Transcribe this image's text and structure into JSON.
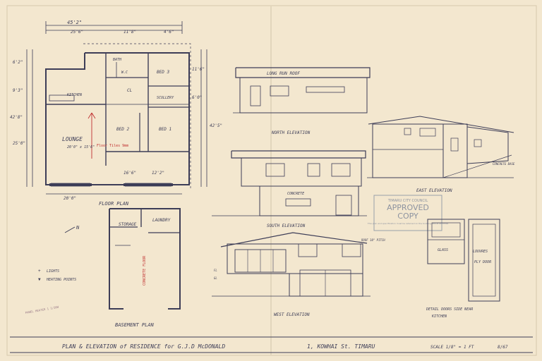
{
  "floor_plan": {
    "title": "FLOOR PLAN",
    "dims_top": [
      "45'2\"",
      "25'6\"",
      "11'8\"",
      "4'6\""
    ],
    "dims_bottom": [
      "20'0\"",
      "16'6\"",
      "12'2\""
    ],
    "dims_left": [
      "6'2\"",
      "9'3\"",
      "25'0\"",
      "42'8\""
    ],
    "dims_right": [
      "11'6\"",
      "6'0\"",
      "42'5\""
    ],
    "rooms": {
      "bath": "BATH",
      "wc": "W.C",
      "bed3": "BED 3",
      "kitchen": "KITCHEN",
      "cl": "CL",
      "scullery": "SCULLERY",
      "lounge": "LOUNGE",
      "lounge_note": "20'0\" x 15'6\"",
      "bed2": "BED 2",
      "bed1": "BED 1",
      "red_note": "Floor Tiles 9mm"
    }
  },
  "north_elevation": {
    "title": "NORTH ELEVATION",
    "roof_label": "LONG RUN ROOF"
  },
  "east_elevation": {
    "title": "EAST ELEVATION",
    "note": "CONCRETE BASE"
  },
  "south_elevation": {
    "title": "SOUTH ELEVATION",
    "label": "CONCRETE"
  },
  "west_elevation": {
    "title": "WEST ELEVATION",
    "roof_pitch": "ROOF 10° PITCH",
    "fl": "FL",
    "gl": "GL"
  },
  "basement_plan": {
    "title": "BASEMENT PLAN",
    "storage": "STORAGE",
    "laundry": "LAUNDRY",
    "note": "CONCRETE FLOOR"
  },
  "legend": {
    "north": "N",
    "lights": "LIGHTS",
    "heating": "HEATING POINTS",
    "side_note": "PANEL HEATER 1 1/2KW"
  },
  "stamp": {
    "council": "TIMARU CITY COUNCIL",
    "line1": "APPROVED",
    "line2": "COPY",
    "note": "This plan and specification must be retained on the building site at all times"
  },
  "detail": {
    "glass": "GLASS",
    "louvres": "LOUVRES",
    "ply": "PLY DOOR",
    "caption_1": "DETAIL DOORS SIDE NEAR",
    "caption_2": "KITCHEN"
  },
  "title_block": {
    "text": "PLAN & ELEVATION of RESIDENCE for G.J.D McDONALD",
    "address": "1, KOWHAI St. TIMARU",
    "scale": "SCALE 1/8\" = 1 FT",
    "sheet": "8/67"
  }
}
